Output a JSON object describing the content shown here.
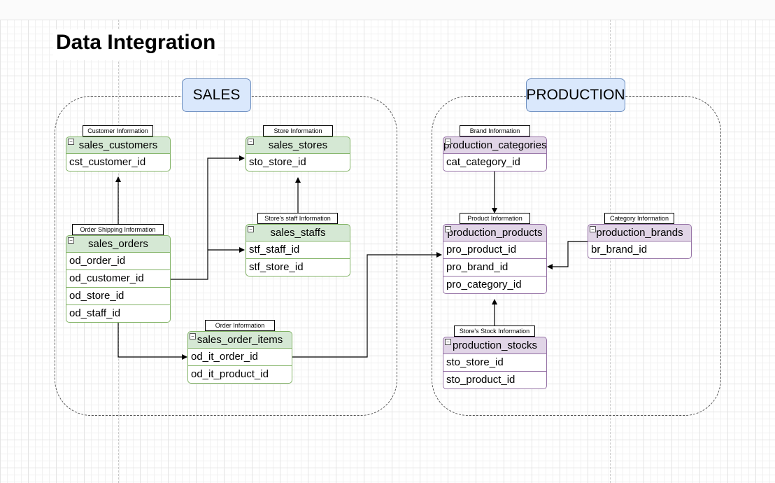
{
  "title": "Data Integration",
  "groups": {
    "sales": {
      "label": "SALES"
    },
    "production": {
      "label": "PRODUCTION"
    }
  },
  "tags": {
    "customer": "Customer Information",
    "store": "Store Information",
    "staff": "Store's staff Information",
    "shipping": "Order Shipping Information",
    "order": "Order Information",
    "brand": "Brand Information",
    "product": "Product Information",
    "category": "Category Information",
    "stock": "Store's Stock Information"
  },
  "entities": {
    "sales_customers": {
      "name": "sales_customers",
      "fields": [
        "cst_customer_id"
      ]
    },
    "sales_stores": {
      "name": "sales_stores",
      "fields": [
        "sto_store_id"
      ]
    },
    "sales_staffs": {
      "name": "sales_staffs",
      "fields": [
        "stf_staff_id",
        "stf_store_id"
      ]
    },
    "sales_orders": {
      "name": "sales_orders",
      "fields": [
        "od_order_id",
        "od_customer_id",
        "od_store_id",
        "od_staff_id"
      ]
    },
    "sales_order_items": {
      "name": "sales_order_items",
      "fields": [
        "od_it_order_id",
        "od_it_product_id"
      ]
    },
    "production_categories": {
      "name": "production_categories",
      "fields": [
        "cat_category_id"
      ]
    },
    "production_products": {
      "name": "production_products",
      "fields": [
        "pro_product_id",
        "pro_brand_id",
        "pro_category_id"
      ]
    },
    "production_brands": {
      "name": "production_brands",
      "fields": [
        "br_brand_id"
      ]
    },
    "production_stocks": {
      "name": "production_stocks",
      "fields": [
        "sto_store_id",
        "sto_product_id"
      ]
    }
  },
  "colors": {
    "sales_fill": "#d5e8d4",
    "sales_stroke": "#82b366",
    "production_fill": "#e1d5e7",
    "production_stroke": "#9673a6",
    "group_label_fill": "#dae8fc",
    "group_label_stroke": "#6c8ebf"
  },
  "connectors": [
    {
      "from": "sales_orders",
      "to": "sales_customers"
    },
    {
      "from": "sales_orders",
      "to": "sales_stores"
    },
    {
      "from": "sales_orders",
      "to": "sales_staffs"
    },
    {
      "from": "sales_staffs",
      "to": "sales_stores"
    },
    {
      "from": "sales_orders",
      "to": "sales_order_items"
    },
    {
      "from": "sales_order_items",
      "to": "production_products"
    },
    {
      "from": "production_categories",
      "to": "production_products"
    },
    {
      "from": "production_brands",
      "to": "production_products"
    },
    {
      "from": "production_stocks",
      "to": "production_products"
    }
  ]
}
